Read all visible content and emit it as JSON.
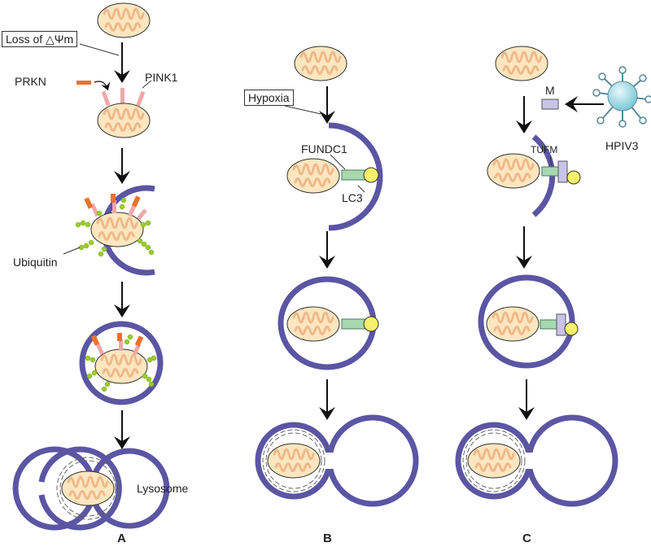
{
  "panels": [
    {
      "letter": "A"
    },
    {
      "letter": "B"
    },
    {
      "letter": "C"
    }
  ],
  "labels": {
    "loss_of_potential": "Loss of △Ψm",
    "prkn": "PRKN",
    "pink1": "PINK1",
    "ubiquitin": "Ubiquitin",
    "lysosome": "Lysosome",
    "hypoxia": "Hypoxia",
    "fundc1": "FUNDC1",
    "lc3": "LC3",
    "m_protein": "M",
    "tufm": "TUFM",
    "hpiv3": "HPIV3"
  },
  "colors": {
    "mito_fill": "#fbe6bf",
    "mito_outline": "#333333",
    "cristae": "#f0b98a",
    "membrane": "#5b55a3",
    "pink1": "#f0a8a8",
    "prkn": "#e8732f",
    "ubiquitin": "#9acc2a",
    "fundc1": "#a8d8b0",
    "lc3": "#f7f06a",
    "m_protein": "#c8c4e8",
    "virus": "#a8e0ea"
  }
}
